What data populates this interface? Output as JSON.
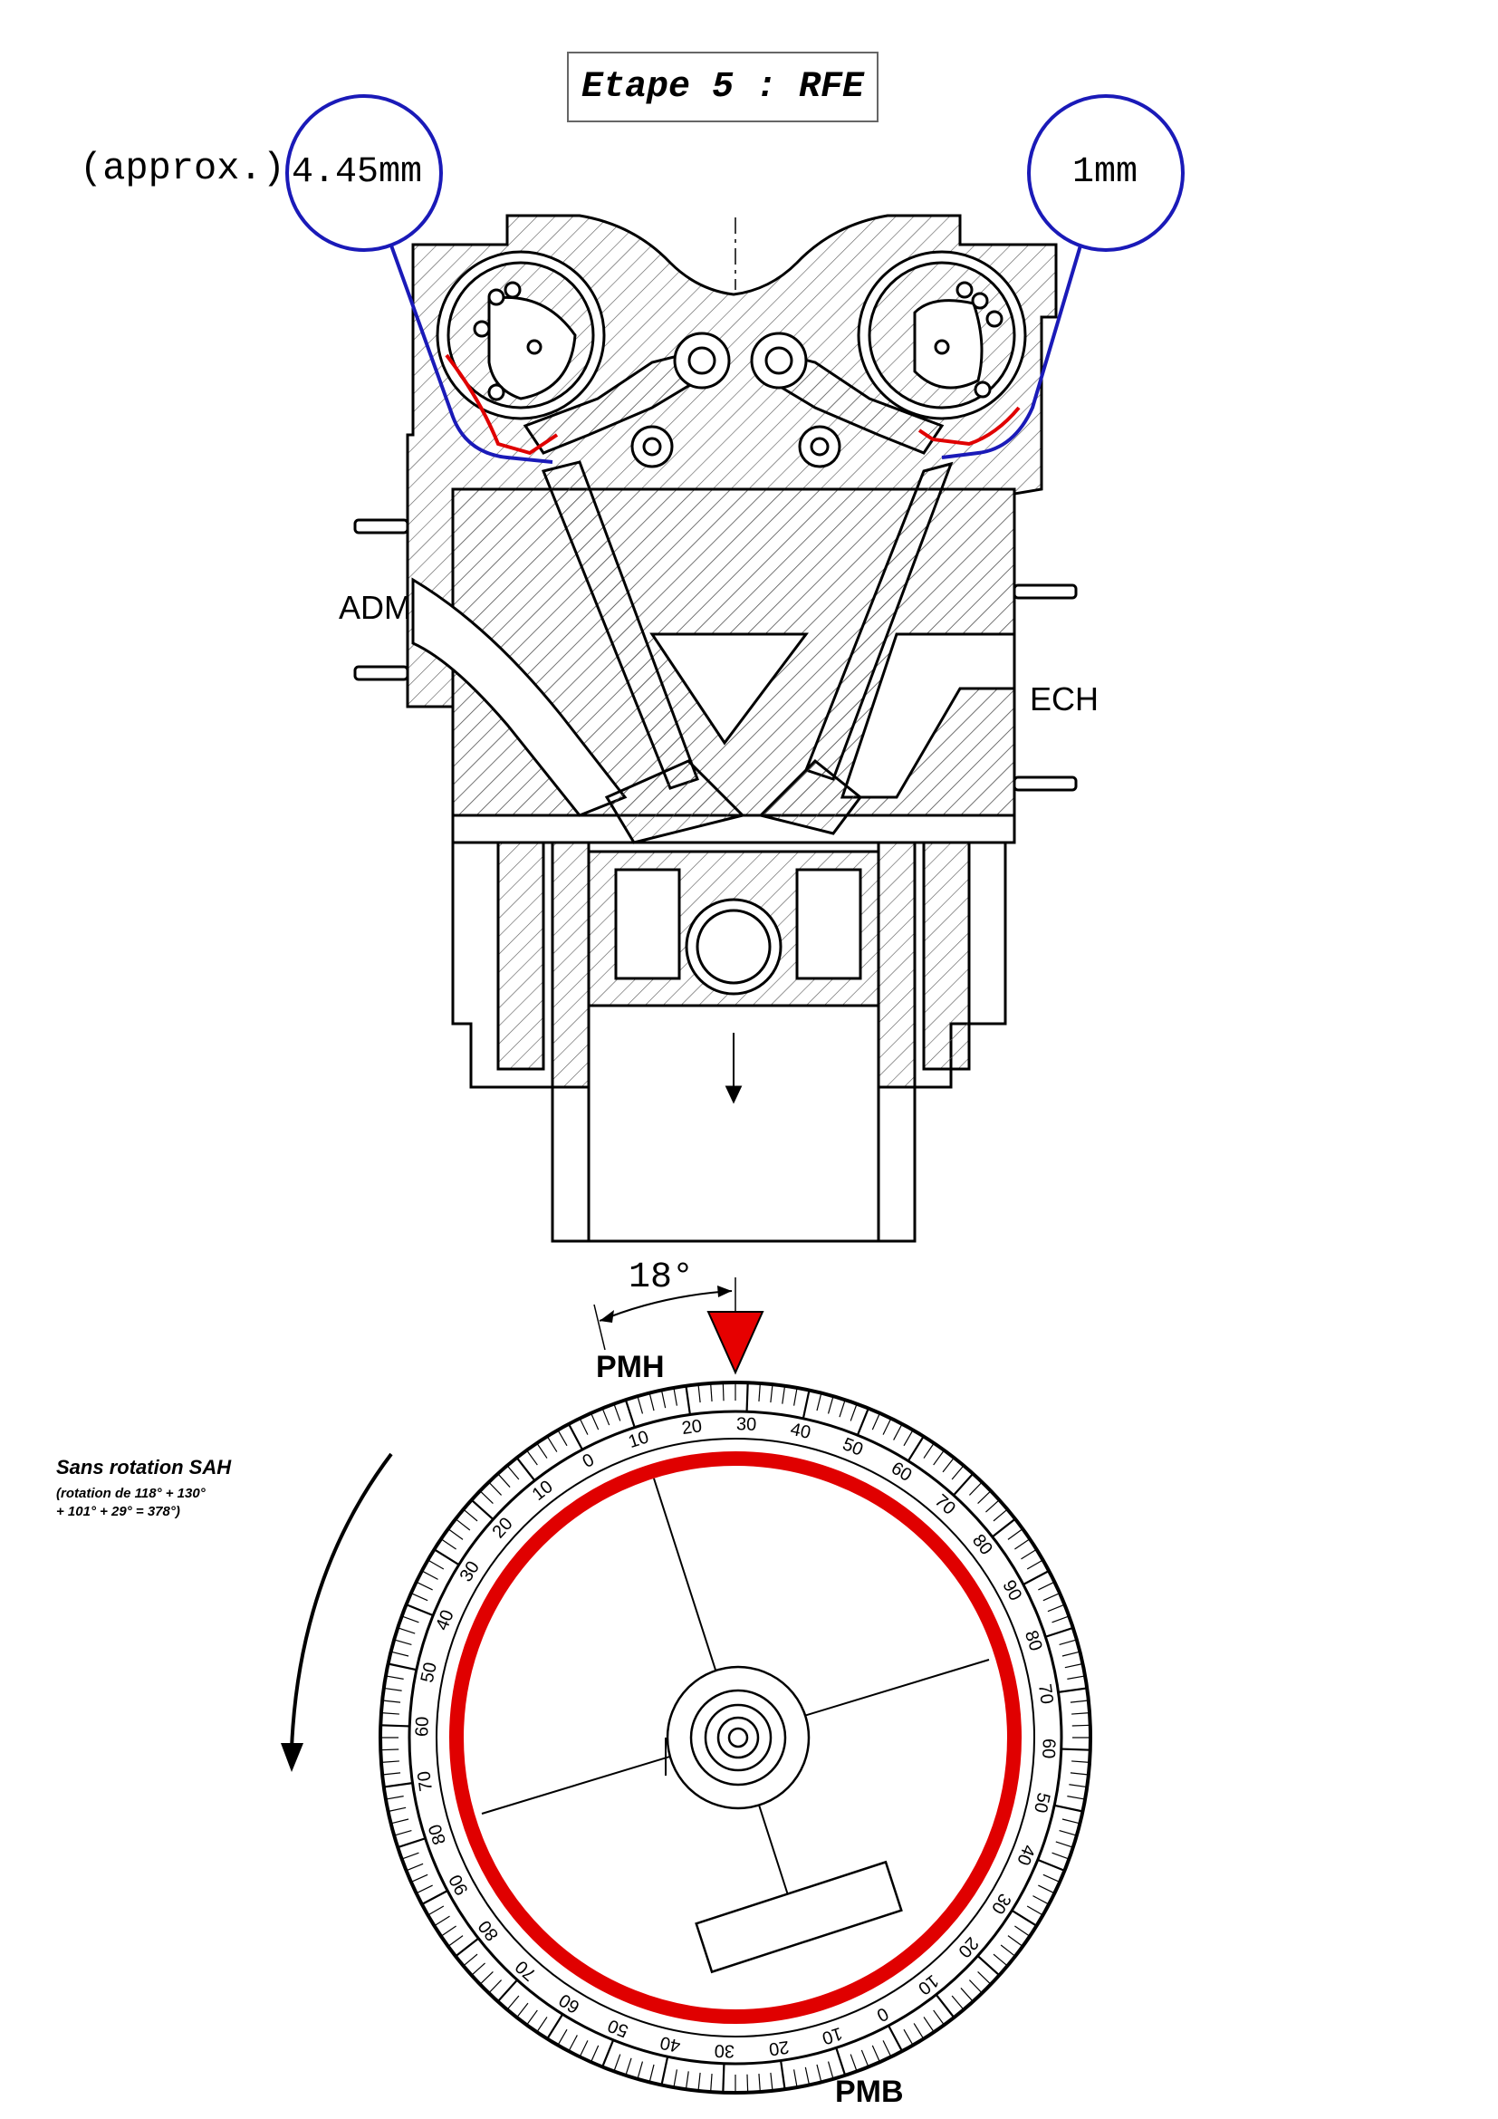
{
  "title": "Etape 5 : RFE",
  "clearance_left": {
    "prefix": "(approx.)",
    "value": "4.45mm"
  },
  "clearance_right": {
    "value": "1mm"
  },
  "labels": {
    "intake": "ADM",
    "exhaust": "ECH"
  },
  "angle": "18°",
  "tdc": "PMH",
  "bdc": "PMB",
  "rotation_note": {
    "line1": "Sans rotation SAH",
    "line2": "(rotation de 118° + 130°",
    "line3": "+ 101° + 29° = 378°)"
  },
  "degree_wheel": {
    "outer_ticks": [
      "0",
      "10",
      "20",
      "30",
      "40",
      "50",
      "60",
      "70",
      "80",
      "90",
      "80",
      "70",
      "60",
      "50",
      "40",
      "30",
      "20",
      "10",
      "0",
      "10",
      "20",
      "30",
      "40",
      "50",
      "60",
      "70",
      "80",
      "90",
      "80",
      "70",
      "60",
      "50",
      "40",
      "30",
      "20",
      "10"
    ],
    "pointer_color": "#e60000"
  },
  "colors": {
    "circle": "#1a1ab8",
    "highlight": "#e00000",
    "line": "#000000"
  }
}
